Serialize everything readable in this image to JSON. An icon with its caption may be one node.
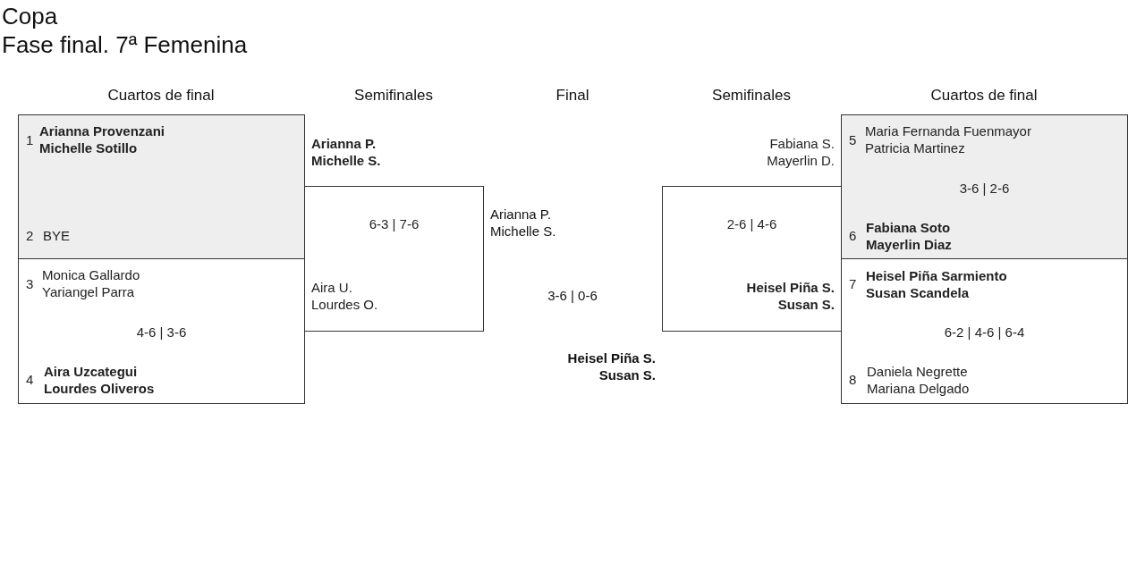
{
  "diagram": {
    "title": "Copa",
    "nodes": [
      {
        "text": [
          "1",
          "Arianna Provenzani",
          "Michelle Sotillo",
          "2",
          "BYE"
        ]
      },
      {
        "text": [
          "3",
          "Monica Gallardo",
          "Yariangel Parra",
          "4-6 | 3-6",
          "4",
          "Aira Uzcategui",
          "Lourdes Oliveros"
        ]
      },
      {
        "text": [
          "Arianna P.",
          "Michelle S.",
          "6-3 | 7-6",
          "Aira U.",
          "Lourdes O."
        ]
      },
      {
        "text": [
          "Fabiana S.",
          "Mayerlin D.",
          "2-6 | 4-6",
          "Heisel Piña S.",
          "Susan S."
        ]
      },
      {
        "text": [
          "5",
          "Maria Fernanda Fuenmayor",
          "Patricia Martinez",
          "3-6 | 2-6",
          "6",
          "Fabiana Soto",
          "Mayerlin Diaz"
        ]
      },
      {
        "text": [
          "7",
          "Heisel Piña Sarmiento",
          "Susan Scandela",
          "6-2 | 4-6 | 6-4",
          "8",
          "Daniela Negrette",
          "Mariana Delgado"
        ]
      }
    ],
    "labels": [
      "Fase final. 7ª Femenina",
      "Cuartos de final",
      "Semifinales",
      "Final",
      "Semifinales",
      "Cuartos de final",
      "Arianna P.",
      "Michelle S.",
      "3-6 | 0-6",
      "Heisel Piña S.",
      "Susan S."
    ]
  }
}
